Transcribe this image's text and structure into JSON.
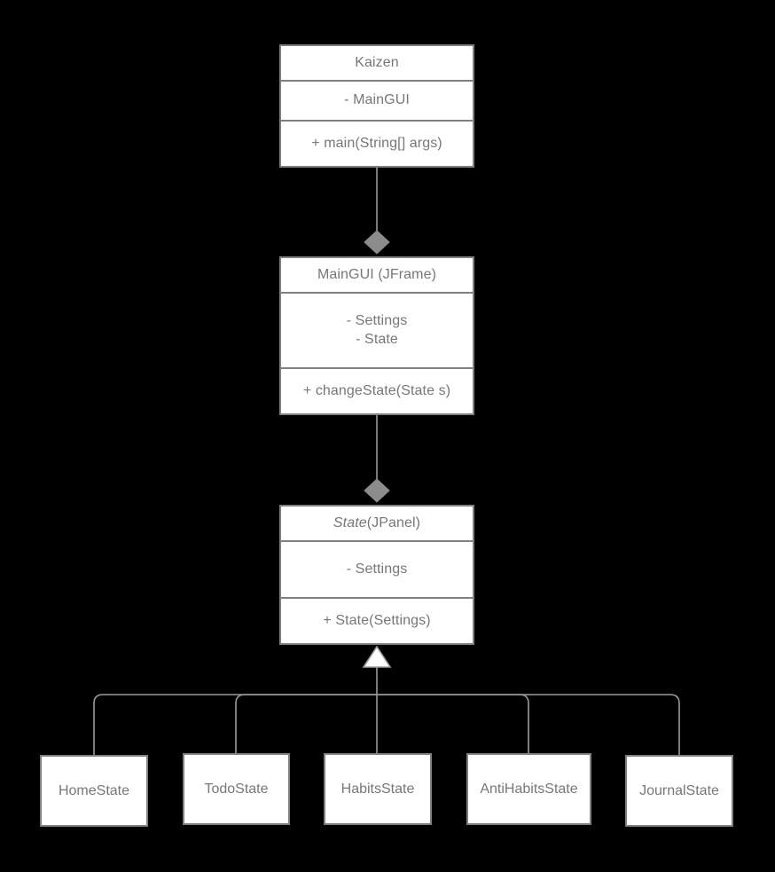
{
  "diagram": {
    "type": "uml-class-diagram",
    "background_color": "#000000",
    "box_fill_color": "#ffffff",
    "box_border_color": "#808080",
    "text_color": "#777777",
    "edge_color": "#9a9a9a",
    "composition_diamond_color": "#8c8c8c",
    "inheritance_triangle_fill": "#ffffff"
  },
  "classes": [
    {
      "id": "kaizen",
      "name": "Kaizen",
      "name_italic_part": "",
      "attributes": "- MainGUI",
      "operations": "+ main(String[] args)"
    },
    {
      "id": "maingui",
      "name": "MainGUI (JFrame)",
      "name_italic_part": "",
      "attributes": "- Settings\n- State",
      "operations": "+ changeState(State s)"
    },
    {
      "id": "state",
      "name_italic": "State",
      "name_rest": " (JPanel)",
      "attributes": "- Settings",
      "operations": "+ State(Settings)"
    }
  ],
  "subclasses": [
    {
      "id": "homestate",
      "label": "HomeState"
    },
    {
      "id": "todostate",
      "label": "TodoState"
    },
    {
      "id": "habitsstate",
      "label": "HabitsState"
    },
    {
      "id": "antihabitsstate",
      "label": "AntiHabitsState"
    },
    {
      "id": "journalstate",
      "label": "JournalState"
    }
  ],
  "relationships": [
    {
      "from": "kaizen",
      "to": "maingui",
      "kind": "composition",
      "marker": "filled-diamond"
    },
    {
      "from": "maingui",
      "to": "state",
      "kind": "composition",
      "marker": "filled-diamond"
    },
    {
      "from": "state",
      "to": "homestate",
      "kind": "generalization",
      "marker": "hollow-triangle"
    },
    {
      "from": "state",
      "to": "todostate",
      "kind": "generalization",
      "marker": "hollow-triangle"
    },
    {
      "from": "state",
      "to": "habitsstate",
      "kind": "generalization",
      "marker": "hollow-triangle"
    },
    {
      "from": "state",
      "to": "antihabitsstate",
      "kind": "generalization",
      "marker": "hollow-triangle"
    },
    {
      "from": "state",
      "to": "journalstate",
      "kind": "generalization",
      "marker": "hollow-triangle"
    }
  ]
}
